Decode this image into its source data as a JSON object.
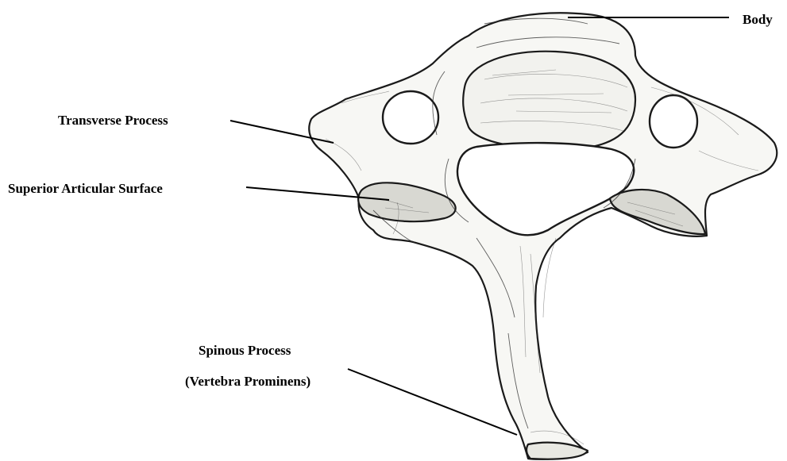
{
  "labels": {
    "body": "Body",
    "transverse_process": "Transverse Process",
    "superior_articular_surface": "Superior Articular Surface",
    "spinous_process": "Spinous Process",
    "vertebra_prominens": "(Vertebra Prominens)"
  }
}
